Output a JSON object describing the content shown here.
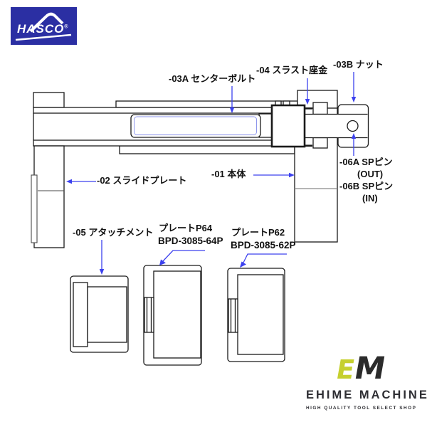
{
  "branding": {
    "hasco": {
      "name": "HASCO",
      "reg_mark": "®",
      "bg_color": "#2b2fa3",
      "text_color": "#ffffff"
    },
    "ehime": {
      "monogram_e": "E",
      "monogram_m": "M",
      "monogram_e_color": "#c6d02e",
      "monogram_m_color": "#2b2b2b",
      "name": "EHIME MACHINE",
      "tagline": "HIGH QUALITY TOOL SELECT SHOP",
      "text_color": "#2e2e33"
    }
  },
  "diagram": {
    "line_color": "#1a1a1a",
    "leader_color": "#3c41ee",
    "labels": {
      "center_bolt": "-03A センターボルト",
      "thrust_washer": "-04 スラスト座金",
      "nut": "-03B ナット",
      "sp_pin_out": "-06A SPピン",
      "sp_pin_out_sub": "(OUT)",
      "sp_pin_in": "-06B SPピン",
      "sp_pin_in_sub": "(IN)",
      "body": "-01 本体",
      "slide_plate": "-02 スライドプレート",
      "attachment": "-05 アタッチメント",
      "plate_p64": "プレートP64",
      "plate_p64_code": "BPD-3085-64P",
      "plate_p62": "プレートP62",
      "plate_p62_code": "BPD-3085-62P"
    }
  }
}
